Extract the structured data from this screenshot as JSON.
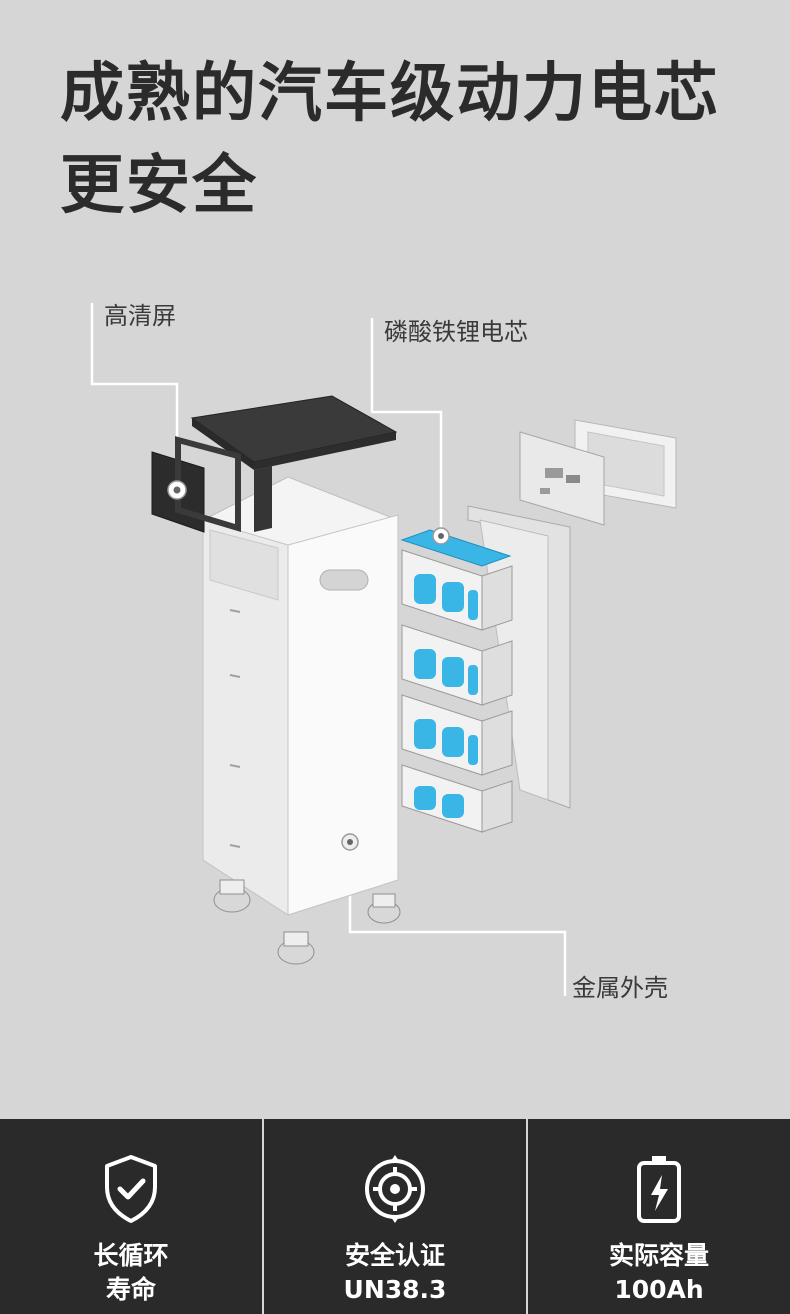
{
  "headline": {
    "line1": "成熟的汽车级动力电芯",
    "line2": "更安全"
  },
  "callouts": {
    "screen": "高清屏",
    "cells": "磷酸铁锂电芯",
    "shell": "金属外壳"
  },
  "features": [
    {
      "icon": "shield-check-icon",
      "line1": "长循环",
      "line2": "寿命"
    },
    {
      "icon": "certification-gear-icon",
      "line1": "安全认证",
      "line2": "UN38.3"
    },
    {
      "icon": "battery-bolt-icon",
      "line1": "实际容量",
      "line2": "100Ah"
    }
  ],
  "colors": {
    "background": "#d6d6d6",
    "feature_bar": "#2a2a2a",
    "cell_blue": "#3ab6e6",
    "text_dark": "#2b2b2b"
  }
}
